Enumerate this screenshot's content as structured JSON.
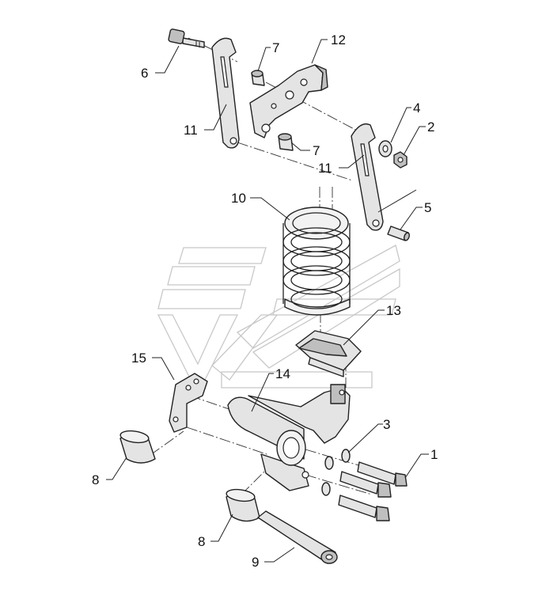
{
  "callouts": {
    "c1": "1",
    "c2": "2",
    "c3": "3",
    "c4": "4",
    "c5": "5",
    "c6": "6",
    "c7a": "7",
    "c7b": "7",
    "c8a": "8",
    "c8b": "8",
    "c9": "9",
    "c10": "10",
    "c11a": "11",
    "c11b": "11",
    "c12": "12",
    "c13": "13",
    "c14": "14",
    "c15": "15"
  },
  "colors": {
    "line": "#222222",
    "part_fill": "#e4e4e4",
    "watermark": "#c8c8c8"
  }
}
